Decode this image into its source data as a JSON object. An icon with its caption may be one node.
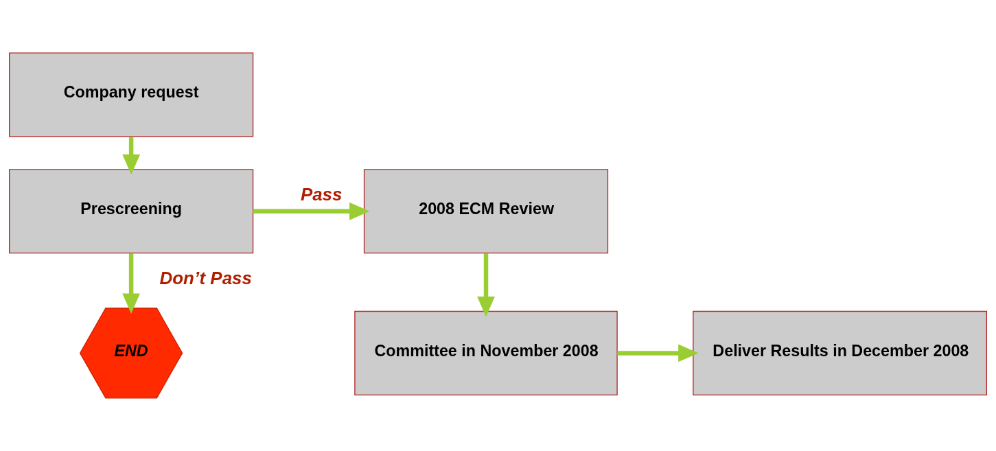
{
  "diagram": {
    "nodes": [
      {
        "text": [
          "Company request"
        ]
      },
      {
        "text": [
          "Prescreening"
        ]
      },
      {
        "text": [
          "2008 ECM Review"
        ]
      },
      {
        "text": [
          "Committee in November 2008"
        ]
      },
      {
        "text": [
          "Deliver Results in December 2008"
        ]
      },
      {
        "text": [
          "END"
        ]
      }
    ],
    "edges": [
      {
        "from": 0,
        "to": 1,
        "arrow": "to"
      },
      {
        "from": 1,
        "to": 2,
        "arrow": "to",
        "label": "Pass"
      },
      {
        "from": 1,
        "to": 5,
        "arrow": "to",
        "label": "Don’t Pass"
      },
      {
        "from": 2,
        "to": 3,
        "arrow": "to"
      },
      {
        "from": 3,
        "to": 4,
        "arrow": "to"
      }
    ]
  }
}
